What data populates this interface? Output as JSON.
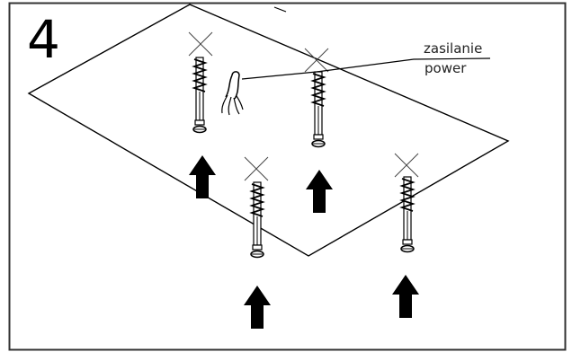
{
  "step": {
    "number": "4"
  },
  "callout": {
    "label_top": "zasilanie",
    "label_bottom": "power"
  },
  "colors": {
    "stroke": "#000000",
    "frame": "#333333",
    "background": "#ffffff"
  },
  "icons": [
    "screw-icon",
    "wall-plug-icon",
    "up-arrow-icon",
    "drill-mark-icon",
    "power-cable-icon"
  ]
}
